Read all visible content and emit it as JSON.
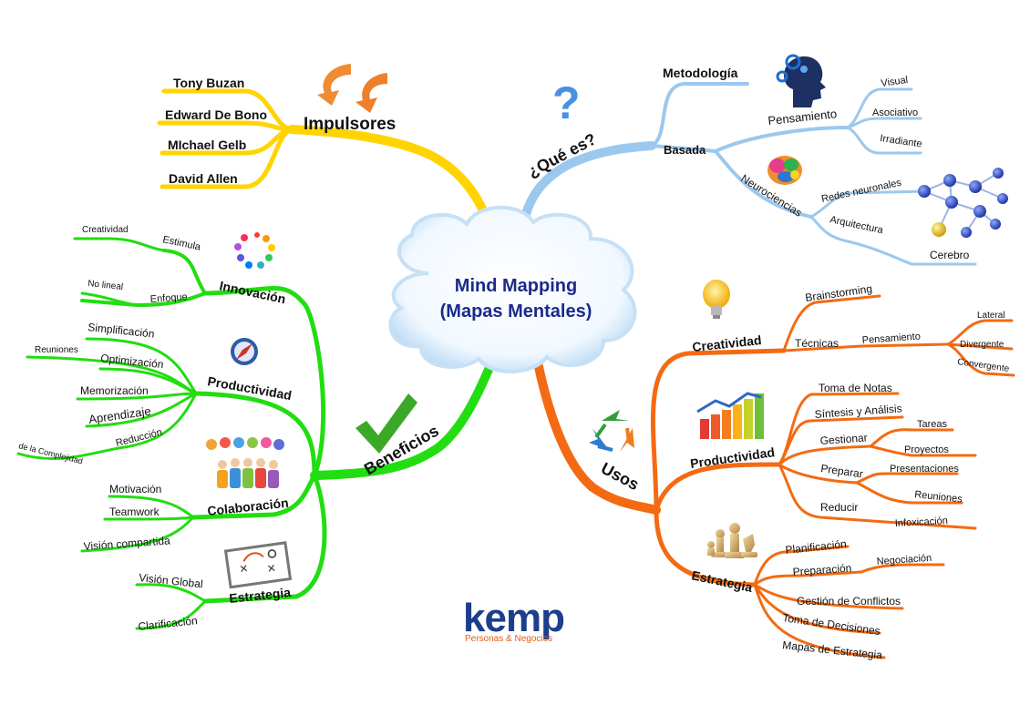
{
  "center": {
    "line1": "Mind Mapping",
    "line2": "(Mapas Mentales)"
  },
  "impulsores": {
    "label": "Impulsores",
    "items": [
      "Tony Buzan",
      "Edward De Bono",
      "MIchael Gelb",
      "David Allen"
    ]
  },
  "que_es": {
    "label": "¿Qué es?",
    "metodologia": "Metodología",
    "basada": "Basada",
    "pensamiento": "Pensamiento",
    "pensamiento_items": [
      "Visual",
      "Asociativo",
      "Irradiante"
    ],
    "neurociencias": "Neurociencias",
    "neuro_items": [
      "Redes neuronales",
      "Arquitectura"
    ],
    "cerebro": "Cerebro"
  },
  "beneficios": {
    "label": "Beneficios",
    "innovacion": {
      "label": "Innovación",
      "estimula": "Estimula",
      "creatividad": "Creatividad",
      "enfoque": "Enfoque",
      "no_lineal": "No lineal"
    },
    "productividad": {
      "label": "Productividad",
      "items": [
        "Simplificación",
        "Reuniones",
        "Optimización",
        "Memorización",
        "Aprendizaje",
        "Reducción",
        "de la Complejidad"
      ]
    },
    "colaboracion": {
      "label": "Colaboración",
      "items": [
        "Motivación",
        "Teamwork",
        "Visión compartida"
      ]
    },
    "estrategia": {
      "label": "Estrategia",
      "items": [
        "Visión Global",
        "Clarificación"
      ]
    }
  },
  "usos": {
    "label": "Usos",
    "creatividad": {
      "label": "Creatividad",
      "brainstorming": "Brainstorming",
      "tecnicas": "Técnicas",
      "pensamiento": "Pensamiento",
      "tipos": [
        "Lateral",
        "Divergente",
        "Convergente"
      ]
    },
    "productividad": {
      "label": "Productividad",
      "toma_notas": "Toma de Notas",
      "sintesis": "Síntesis y Análisis",
      "gestionar": "Gestionar",
      "gestionar_items": [
        "Tareas",
        "Proyectos"
      ],
      "preparar": "Preparar",
      "preparar_items": [
        "Presentaciones",
        "Reuniones"
      ],
      "reducir": "Reducir",
      "infoxicacion": "Infoxicación"
    },
    "estrategia": {
      "label": "Estrategia",
      "planificacion": "Planificación",
      "preparacion": "Preparación",
      "negociacion": "Negociación",
      "gestion_conflictos": "Gestión de Conflictos",
      "toma_decisiones": "Toma de Decisiones",
      "mapas_estrategia": "Mapas de Estrategia"
    }
  },
  "logo": {
    "text": "kemp",
    "tagline": "Personas & Negocios"
  },
  "colors": {
    "impulsores": "#ffd400",
    "que_es": "#9cc8ee",
    "beneficios": "#22dd11",
    "usos": "#f46a12",
    "center_text": "#1b2a8a",
    "logo": "#1c3e8c",
    "logo_tagline": "#e25b1a"
  }
}
